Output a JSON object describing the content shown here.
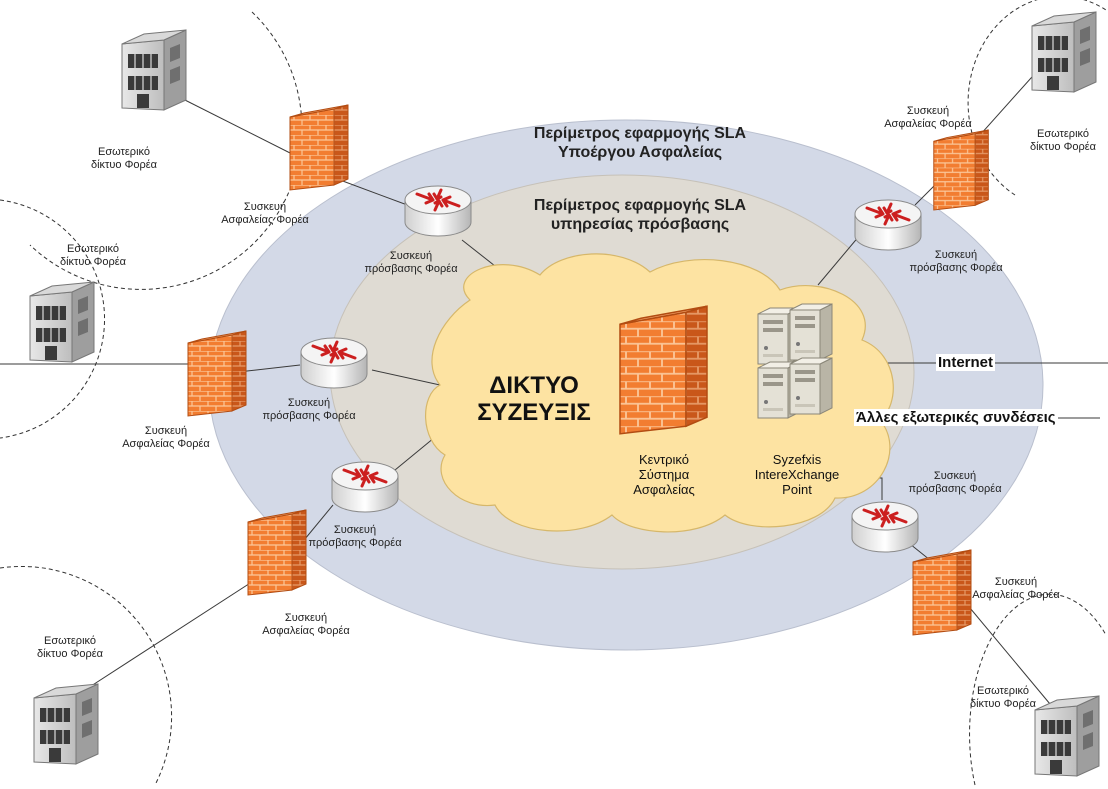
{
  "outer_zone": {
    "line1": "Περίμετρος εφαρμογής SLA",
    "line2": "Υποέργου Ασφαλείας"
  },
  "inner_zone": {
    "line1": "Περίμετρος εφαρμογής SLA",
    "line2": "υπηρεσίας πρόσβασης"
  },
  "cloud": {
    "line1": "ΔΙΚΤΥΟ",
    "line2": "ΣΥΖΕΥΞΙΣ"
  },
  "central_firewall": {
    "line1": "Κεντρικό",
    "line2": "Σύστημα",
    "line3": "Ασφαλείας"
  },
  "exchange_point": {
    "line1": "Syzefxis",
    "line2": "IntereXchange",
    "line3": "Point"
  },
  "external_links": {
    "internet": "Internet",
    "other": "Άλλες εξωτερικές συνδέσεις"
  },
  "labels": {
    "internal_network": {
      "line1": "Εσωτερικό",
      "line2": "δίκτυο Φορέα"
    },
    "security_device": {
      "line1": "Συσκευή",
      "line2": "Ασφαλείας Φορέα"
    },
    "access_device": {
      "line1": "Συσκευή",
      "line2": "πρόσβασης Φορέα"
    }
  },
  "colors": {
    "outer_zone": "#d3d9e7",
    "inner_zone": "#dfdbd3",
    "cloud": "#fde3a2",
    "firewall": "#f27d31",
    "router_red": "#d02020"
  }
}
